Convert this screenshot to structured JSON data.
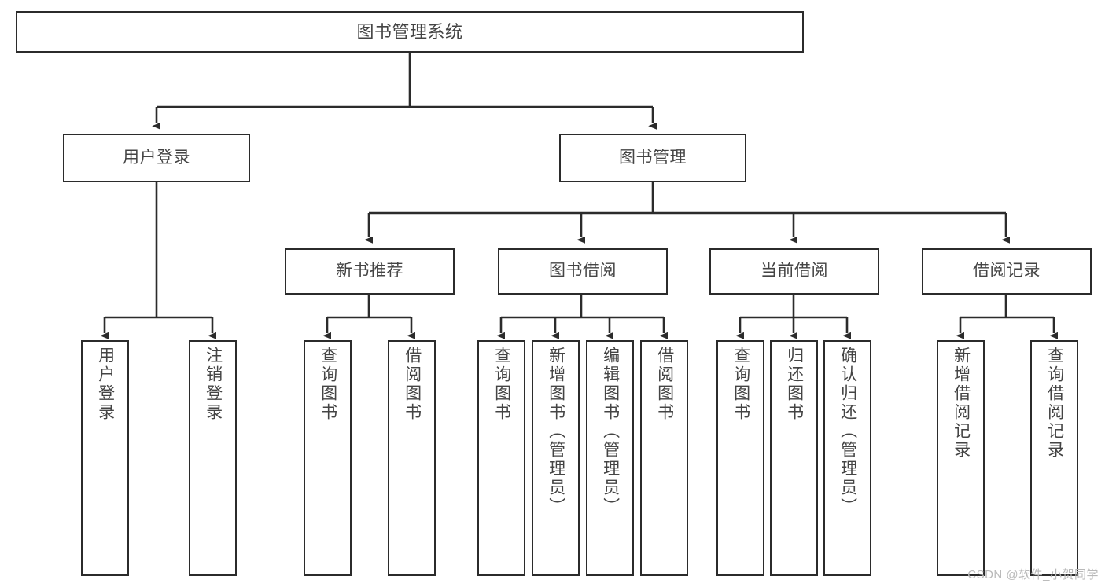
{
  "diagram": {
    "type": "tree-hierarchy-diagram",
    "title": "图书管理系统",
    "watermark": "CSDN @软件_小贺同学",
    "colors": {
      "box_border": "#2b2b2b",
      "box_fill": "#ffffff",
      "text": "#444444",
      "edge": "#2b2b2b",
      "watermark": "#b9b9b9",
      "background": "#ffffff"
    },
    "levels": {
      "root": {
        "label": "图书管理系统"
      },
      "level2": [
        {
          "label": "用户登录"
        },
        {
          "label": "图书管理"
        }
      ],
      "level3": [
        {
          "label": "新书推荐"
        },
        {
          "label": "图书借阅"
        },
        {
          "label": "当前借阅"
        },
        {
          "label": "借阅记录"
        }
      ],
      "leaves": [
        {
          "label": "用户登录",
          "parent": "用户登录"
        },
        {
          "label": "注销登录",
          "parent": "用户登录"
        },
        {
          "label": "查询图书",
          "parent": "新书推荐"
        },
        {
          "label": "借阅图书",
          "parent": "新书推荐"
        },
        {
          "label": "查询图书",
          "parent": "图书借阅"
        },
        {
          "label": "新增图书（管理员）",
          "parent": "图书借阅"
        },
        {
          "label": "编辑图书（管理员）",
          "parent": "图书借阅"
        },
        {
          "label": "借阅图书",
          "parent": "图书借阅"
        },
        {
          "label": "查询图书",
          "parent": "当前借阅"
        },
        {
          "label": "归还图书",
          "parent": "当前借阅"
        },
        {
          "label": "确认归还（管理员）",
          "parent": "当前借阅"
        },
        {
          "label": "新增借阅记录",
          "parent": "借阅记录"
        },
        {
          "label": "查询借阅记录",
          "parent": "借阅记录"
        }
      ]
    }
  }
}
